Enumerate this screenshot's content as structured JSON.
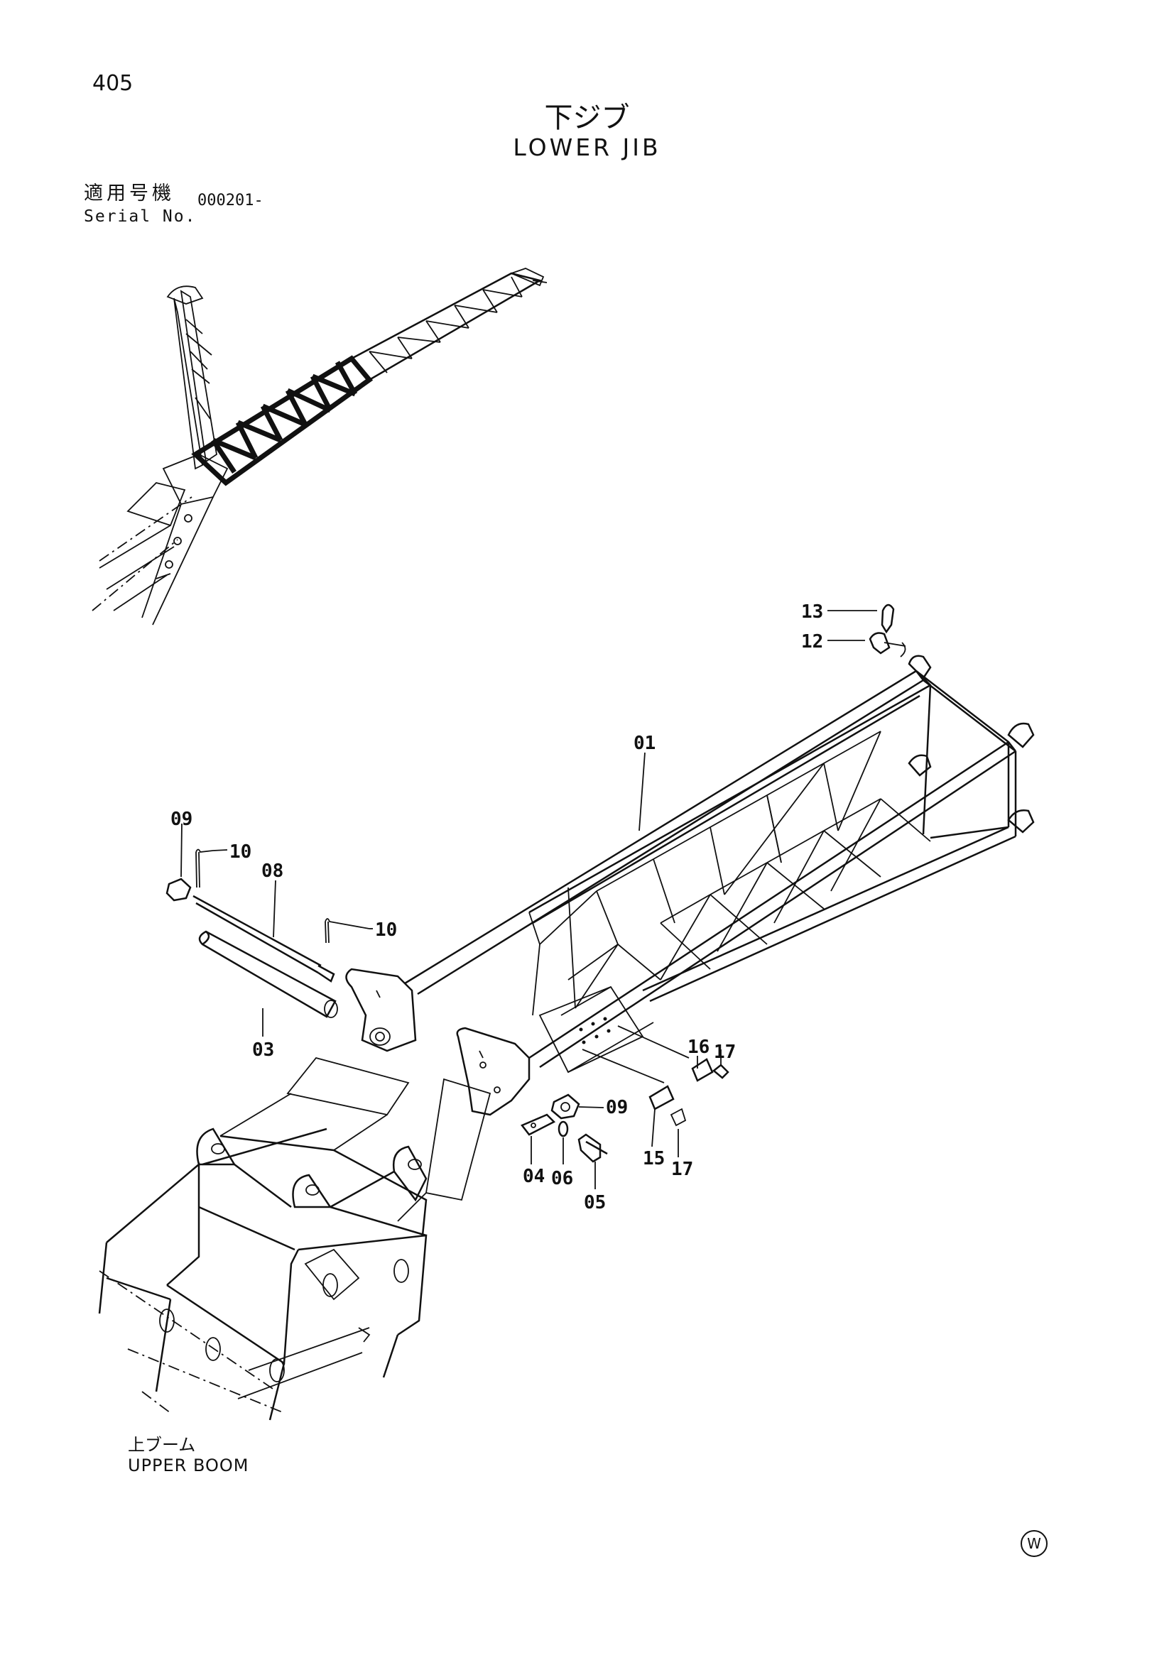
{
  "page": {
    "number": "405",
    "title_jp": "下ジブ",
    "title_en": "LOWER JIB",
    "serial_label_jp": "適用号機",
    "serial_label_en": "Serial No.",
    "serial_value": "000201-",
    "upper_boom_jp": "上ブーム",
    "upper_boom_en": "UPPER BOOM",
    "corner_mark": "W"
  },
  "callouts": [
    {
      "id": "01",
      "label": "01"
    },
    {
      "id": "03",
      "label": "03"
    },
    {
      "id": "04",
      "label": "04"
    },
    {
      "id": "05",
      "label": "05"
    },
    {
      "id": "06",
      "label": "06"
    },
    {
      "id": "08",
      "label": "08"
    },
    {
      "id": "09a",
      "label": "09"
    },
    {
      "id": "09b",
      "label": "09"
    },
    {
      "id": "10a",
      "label": "10"
    },
    {
      "id": "10b",
      "label": "10"
    },
    {
      "id": "12",
      "label": "12"
    },
    {
      "id": "13",
      "label": "13"
    },
    {
      "id": "15",
      "label": "15"
    },
    {
      "id": "16",
      "label": "16"
    },
    {
      "id": "17a",
      "label": "17"
    },
    {
      "id": "17b",
      "label": "17"
    }
  ]
}
